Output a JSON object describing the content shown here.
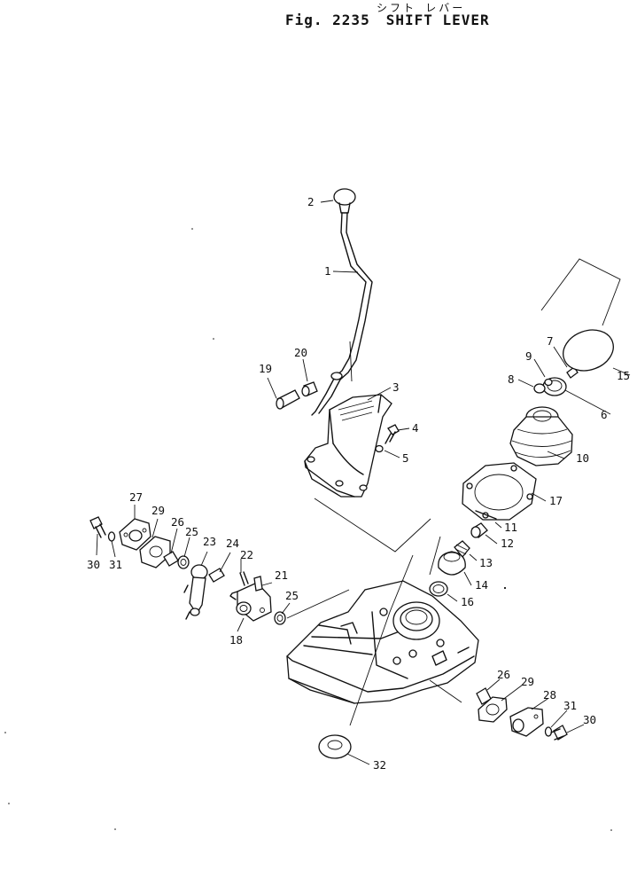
{
  "header": {
    "subtitle_jp": "シフト レバー",
    "fig_number": "Fig. 2235",
    "fig_title": "SHIFT LEVER"
  },
  "callouts": [
    {
      "id": "1",
      "text": "1"
    },
    {
      "id": "2",
      "text": "2"
    },
    {
      "id": "3",
      "text": "3"
    },
    {
      "id": "4",
      "text": "4"
    },
    {
      "id": "5",
      "text": "5"
    },
    {
      "id": "6",
      "text": "6"
    },
    {
      "id": "7",
      "text": "7"
    },
    {
      "id": "8",
      "text": "8"
    },
    {
      "id": "9",
      "text": "9"
    },
    {
      "id": "10",
      "text": "10"
    },
    {
      "id": "11",
      "text": "11"
    },
    {
      "id": "12",
      "text": "12"
    },
    {
      "id": "13",
      "text": "13"
    },
    {
      "id": "14",
      "text": "14"
    },
    {
      "id": "15",
      "text": "15"
    },
    {
      "id": "16",
      "text": "16"
    },
    {
      "id": "17",
      "text": "17"
    },
    {
      "id": "18",
      "text": "18"
    },
    {
      "id": "19",
      "text": "19"
    },
    {
      "id": "20",
      "text": "20"
    },
    {
      "id": "21",
      "text": "21"
    },
    {
      "id": "22",
      "text": "22"
    },
    {
      "id": "23",
      "text": "23"
    },
    {
      "id": "24",
      "text": "24"
    },
    {
      "id": "25a",
      "text": "25"
    },
    {
      "id": "25b",
      "text": "25"
    },
    {
      "id": "26a",
      "text": "26"
    },
    {
      "id": "26b",
      "text": "26"
    },
    {
      "id": "27",
      "text": "27"
    },
    {
      "id": "28",
      "text": "28"
    },
    {
      "id": "29a",
      "text": "29"
    },
    {
      "id": "29b",
      "text": "29"
    },
    {
      "id": "30a",
      "text": "30"
    },
    {
      "id": "30b",
      "text": "30"
    },
    {
      "id": "31a",
      "text": "31"
    },
    {
      "id": "31b",
      "text": "31"
    },
    {
      "id": "32",
      "text": "32"
    }
  ]
}
